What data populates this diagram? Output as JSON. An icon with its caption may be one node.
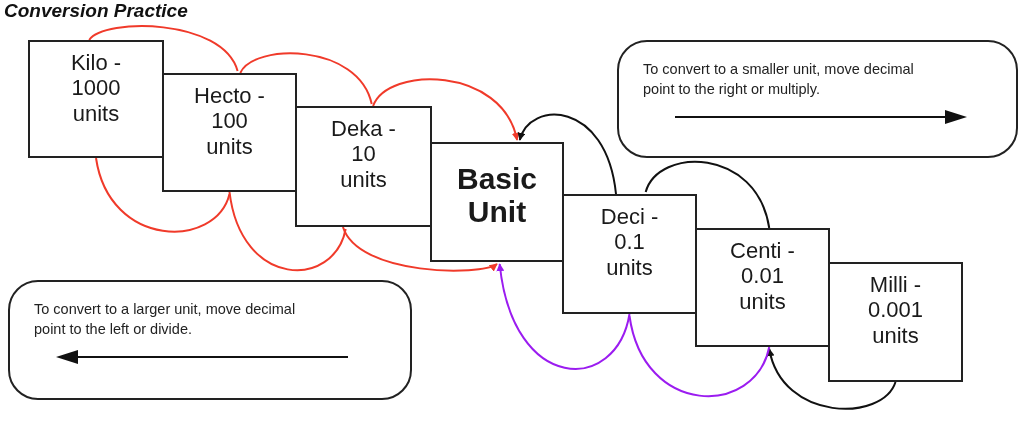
{
  "diagram": {
    "title": "Conversion Practice",
    "nodes": [
      {
        "text": [
          "Kilo - 1000 units"
        ]
      },
      {
        "text": [
          "Hecto - 100 units"
        ]
      },
      {
        "text": [
          "Deka - 10 units"
        ]
      },
      {
        "text": [
          "Basic Unit"
        ]
      },
      {
        "text": [
          "Deci - 0.1 units"
        ]
      },
      {
        "text": [
          "Centi - 0.01 units"
        ]
      },
      {
        "text": [
          "Milli - 0.001 units"
        ]
      },
      {
        "text": [
          "To convert to a smaller unit, move decimal  point to the right or multiply."
        ]
      },
      {
        "text": [
          "To convert to a larger unit, move decimal  point to the left or divide."
        ]
      }
    ],
    "edges": [
      {
        "from": 0,
        "to": 1,
        "arrow": "none"
      },
      {
        "from": 1,
        "to": 2,
        "arrow": "none"
      },
      {
        "from": 2,
        "to": 3,
        "arrow": "to"
      },
      {
        "from": 0,
        "to": 1,
        "arrow": "none"
      },
      {
        "from": 1,
        "to": 2,
        "arrow": "none"
      },
      {
        "from": 2,
        "to": 3,
        "arrow": "to"
      },
      {
        "from": 5,
        "to": 4,
        "arrow": "none",
        "color": "#111111"
      },
      {
        "from": 4,
        "to": 3,
        "arrow": "to",
        "color": "#111111"
      },
      {
        "from": 6,
        "to": 5,
        "arrow": "to",
        "color": "#111111"
      },
      {
        "from": 5,
        "to": 4,
        "arrow": "none",
        "color": "#9b1cf0"
      },
      {
        "from": 4,
        "to": 3,
        "arrow": "to",
        "color": "#9b1cf0"
      }
    ]
  }
}
